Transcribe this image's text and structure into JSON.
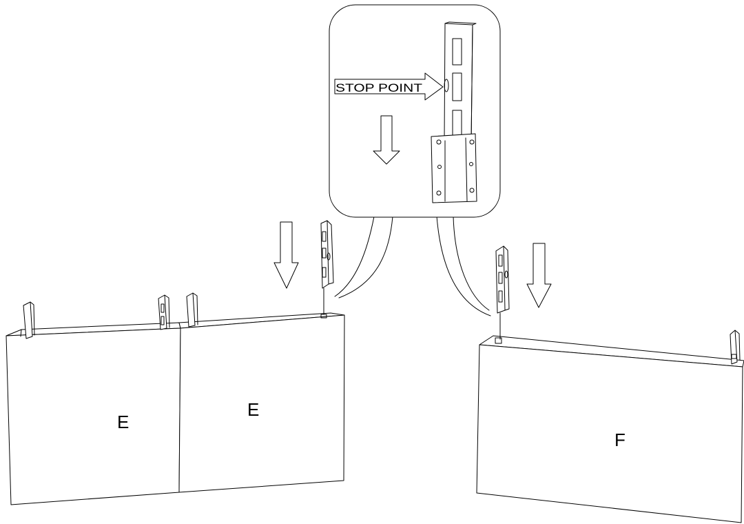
{
  "callout": {
    "stop_label": "STOP POINT"
  },
  "panels": {
    "left_label": "E",
    "middle_label": "E",
    "right_label": "F"
  }
}
